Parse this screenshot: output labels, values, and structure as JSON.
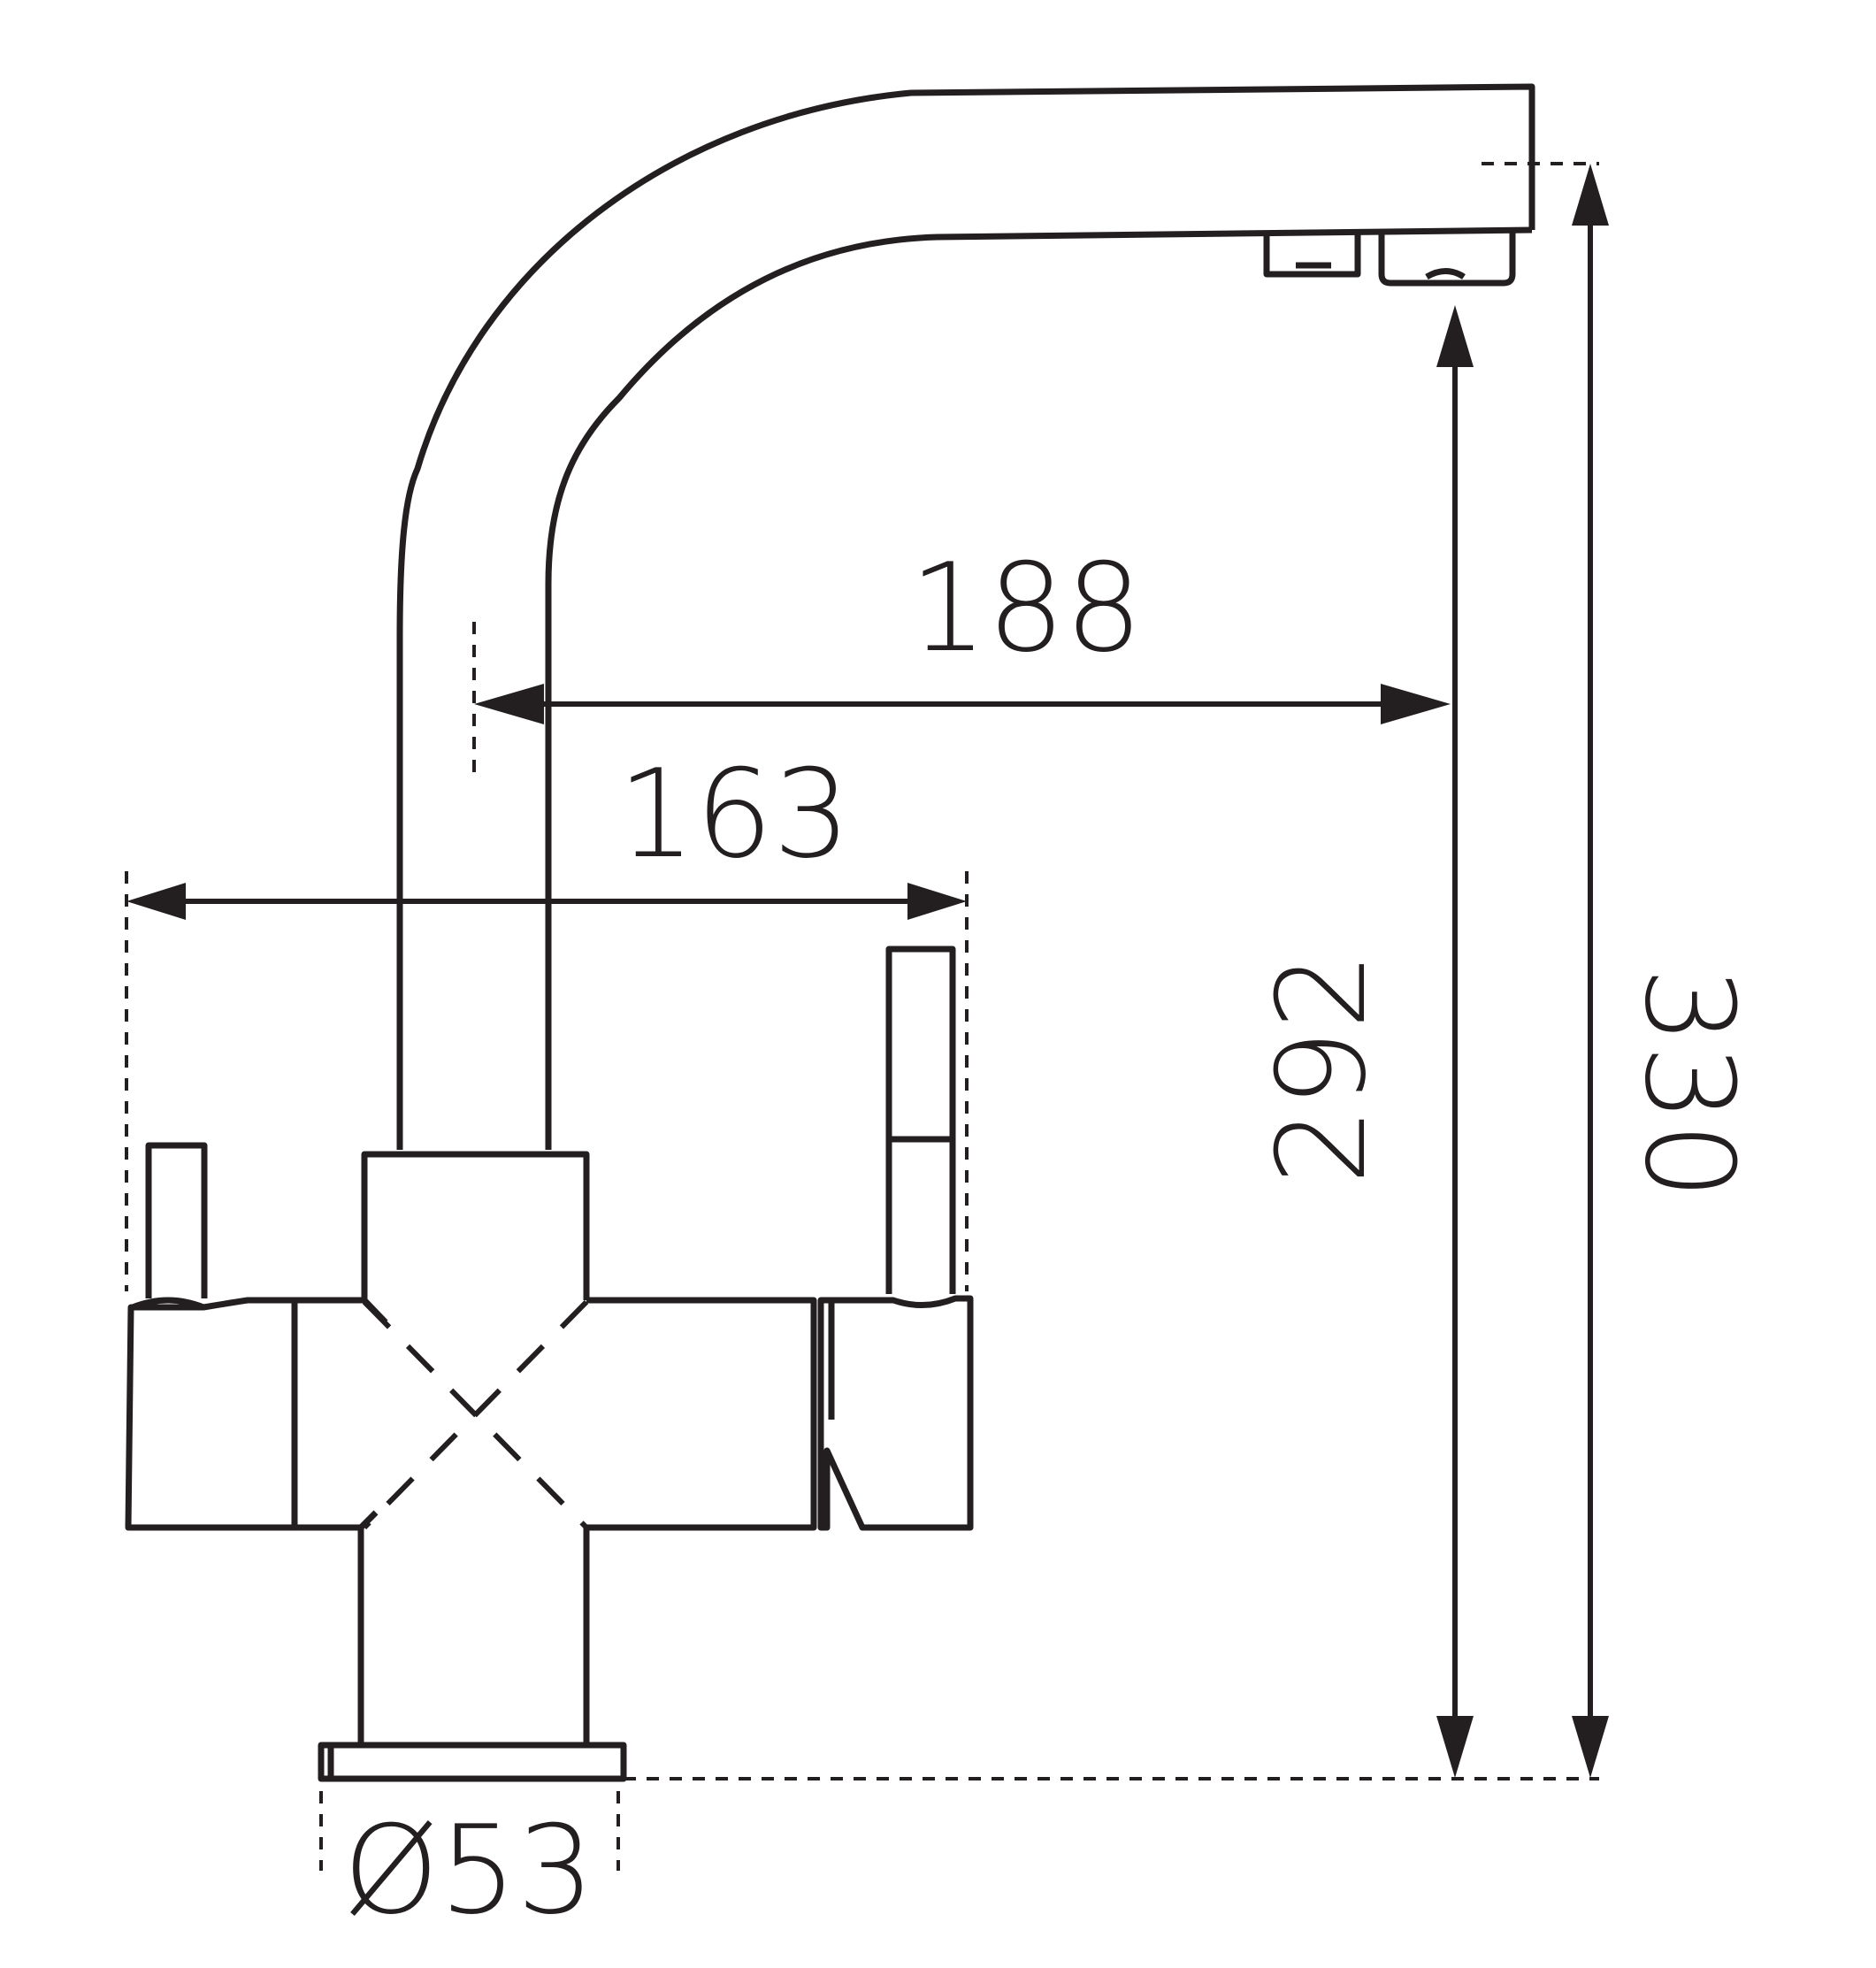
{
  "dimensions": {
    "reach_outer": "188",
    "handle_span": "163",
    "spout_height": "292",
    "total_height": "330",
    "base_diameter": "Ø53"
  },
  "colors": {
    "line": "#231f20",
    "background": "#ffffff"
  }
}
